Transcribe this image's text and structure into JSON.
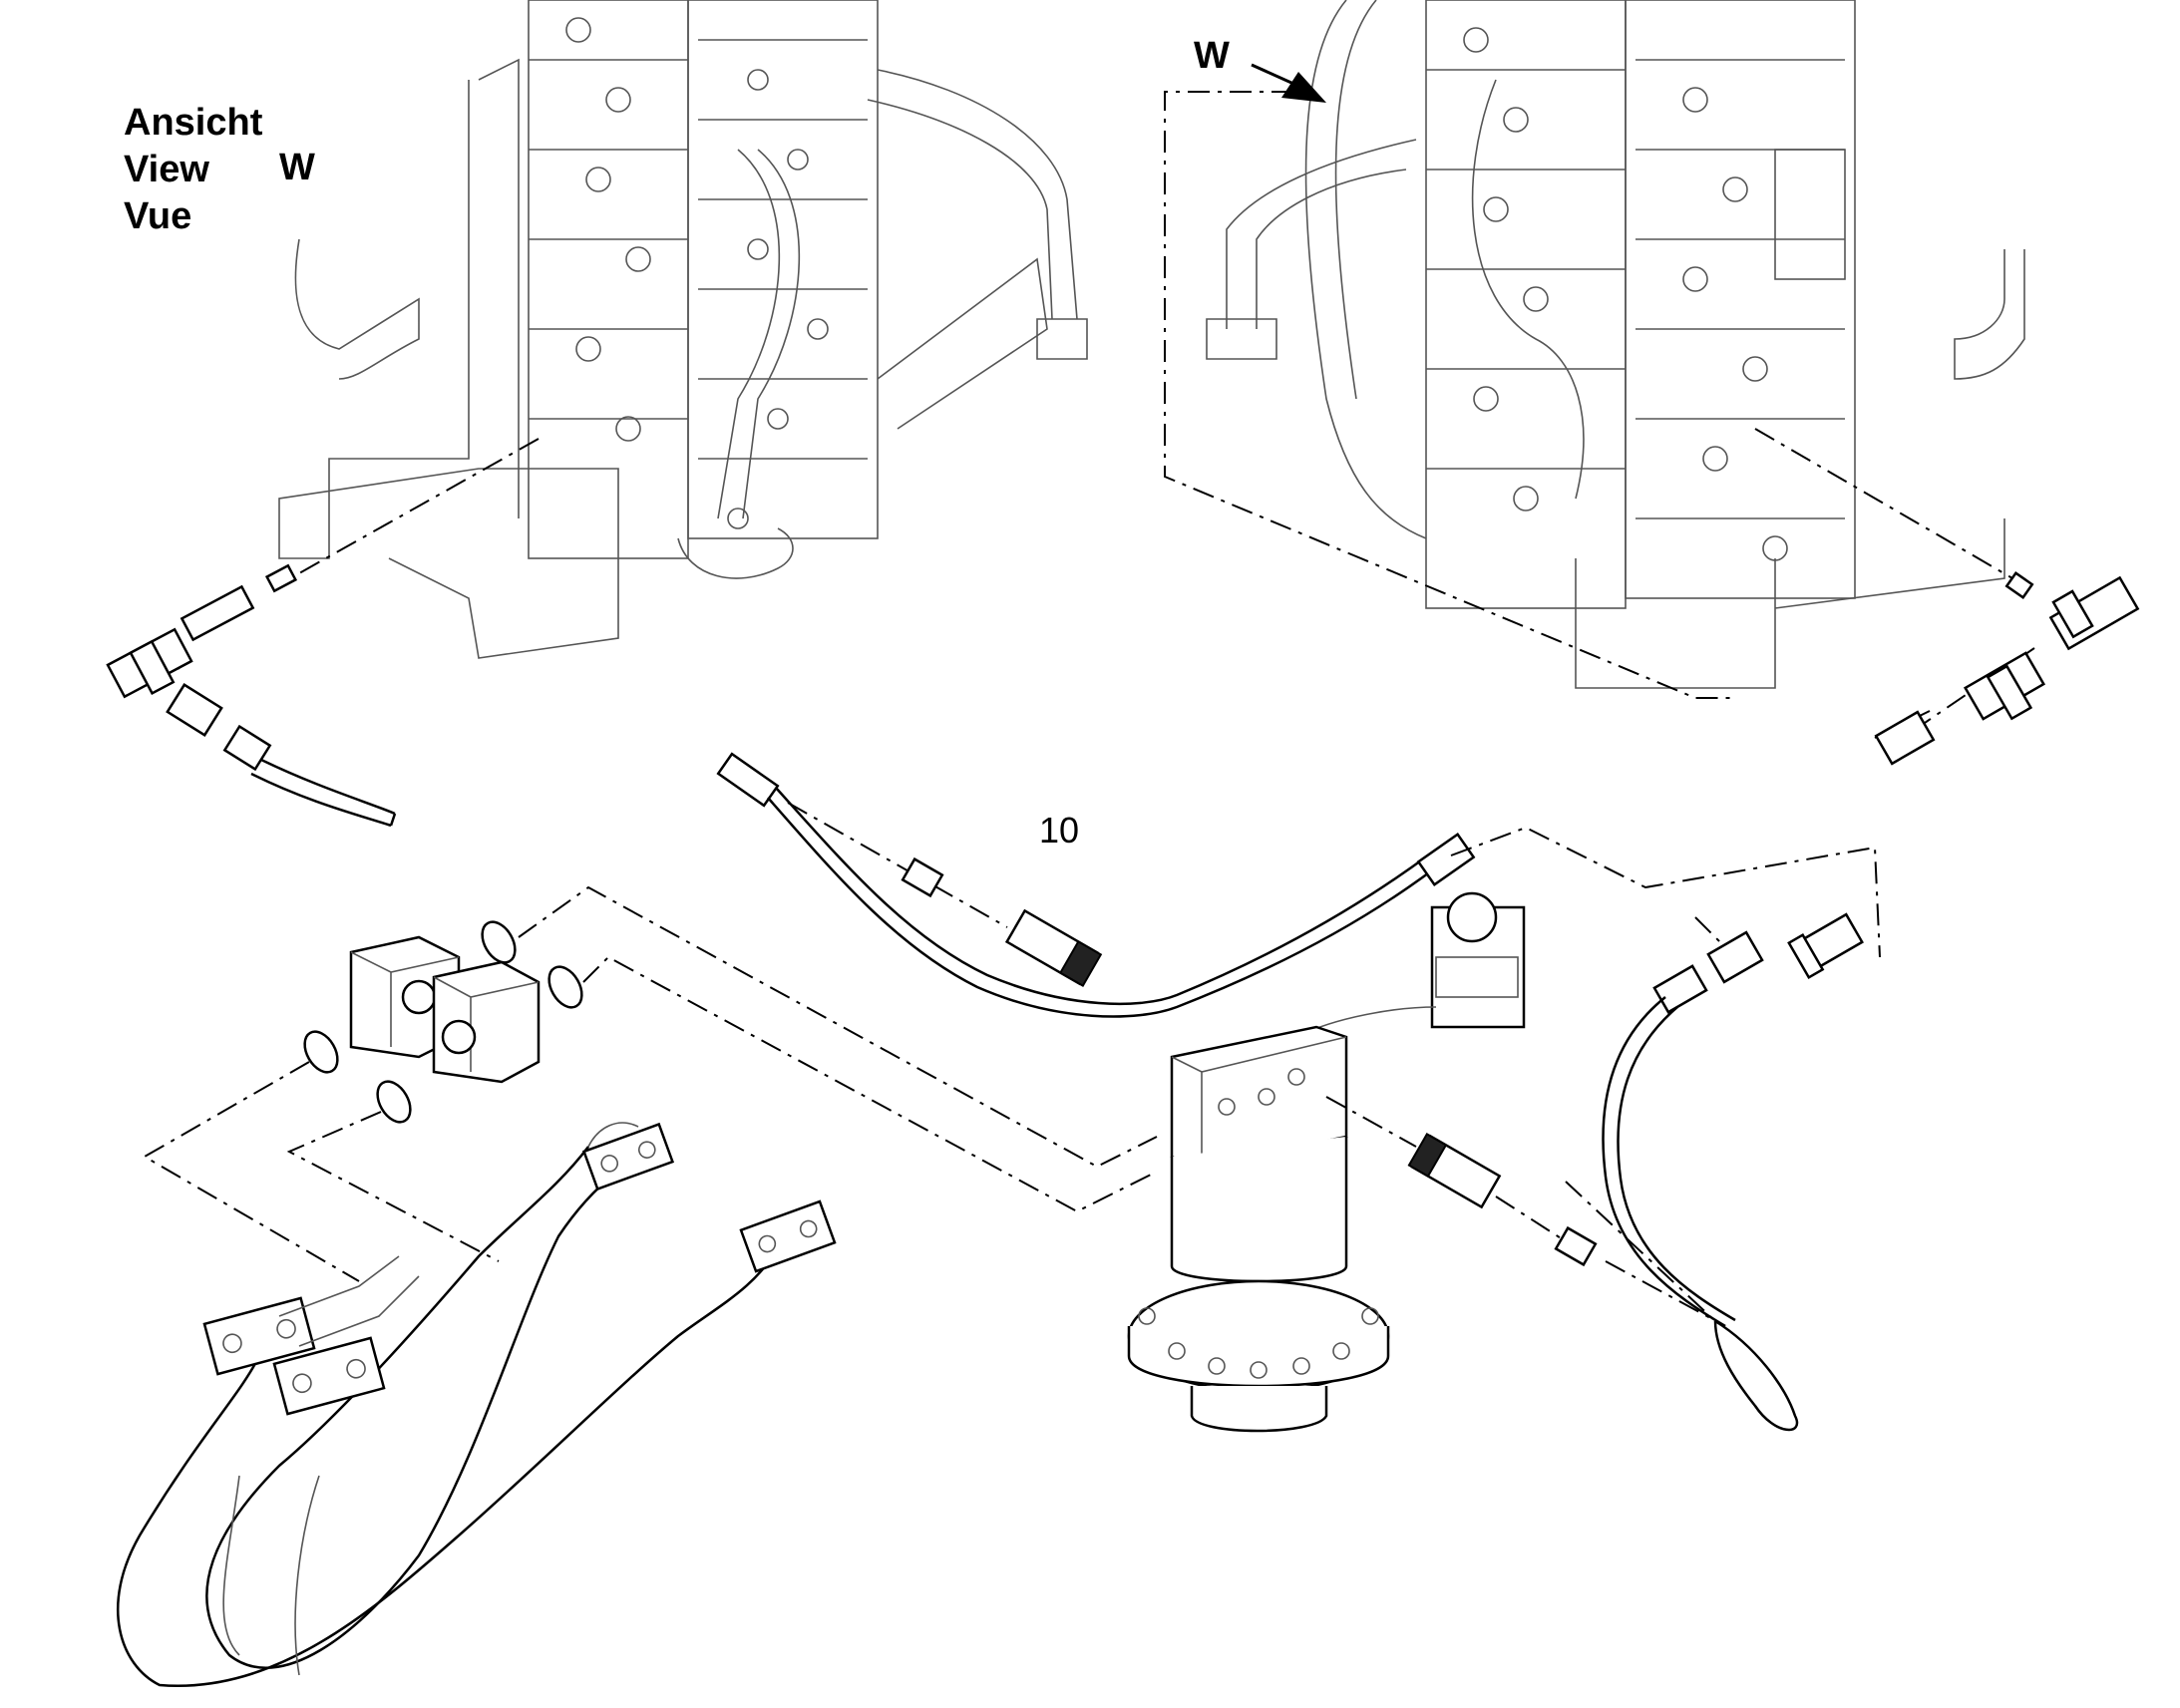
{
  "view_callout": {
    "lines": [
      "Ansicht",
      "View",
      "Vue"
    ],
    "letter": "W"
  },
  "view_arrow": {
    "letter": "W"
  },
  "part_label": "10"
}
